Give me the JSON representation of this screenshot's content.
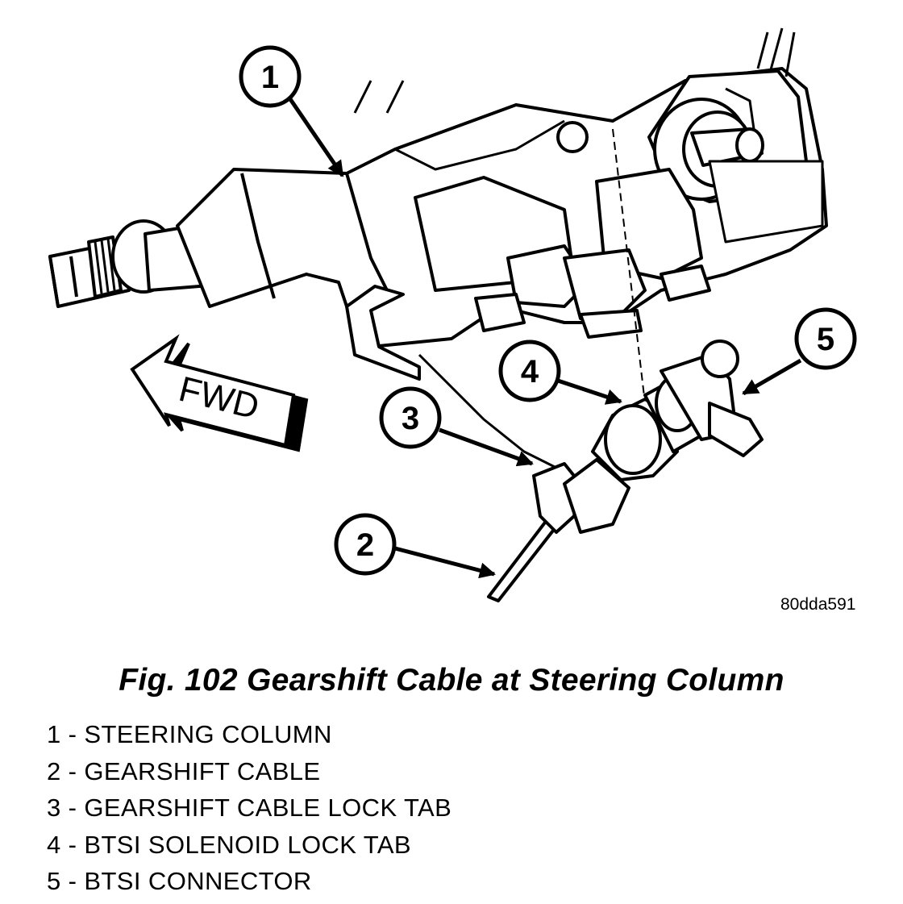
{
  "figure": {
    "code": "80dda591",
    "caption": "Fig. 102 Gearshift Cable at Steering Column",
    "fwd_label": "FWD",
    "callouts": [
      "1",
      "2",
      "3",
      "4",
      "5"
    ]
  },
  "legend": [
    "1 - STEERING COLUMN",
    "2 - GEARSHIFT CABLE",
    "3 - GEARSHIFT CABLE LOCK TAB",
    "4 - BTSI SOLENOID LOCK TAB",
    "5 - BTSI CONNECTOR"
  ]
}
